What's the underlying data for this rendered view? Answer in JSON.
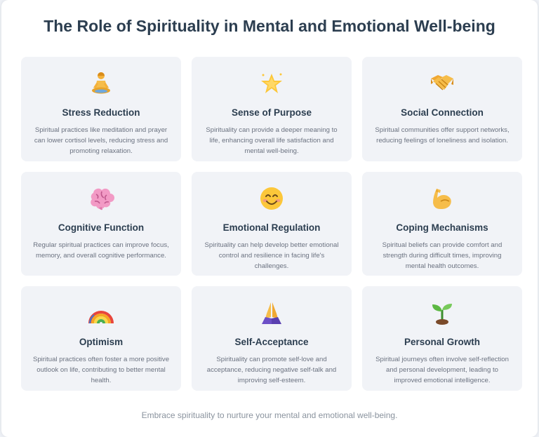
{
  "title": "The Role of Spirituality in Mental and Emotional Well-being",
  "cards": [
    {
      "icon": "meditation-person-icon",
      "title": "Stress Reduction",
      "description": "Spiritual practices like meditation and prayer can lower cortisol levels, reducing stress and promoting relaxation."
    },
    {
      "icon": "glowing-star-icon",
      "title": "Sense of Purpose",
      "description": "Spirituality can provide a deeper meaning to life, enhancing overall life satisfaction and mental well-being."
    },
    {
      "icon": "handshake-icon",
      "title": "Social Connection",
      "description": "Spiritual communities offer support networks, reducing feelings of loneliness and isolation."
    },
    {
      "icon": "brain-icon",
      "title": "Cognitive Function",
      "description": "Regular spiritual practices can improve focus, memory, and overall cognitive performance."
    },
    {
      "icon": "smiling-face-icon",
      "title": "Emotional Regulation",
      "description": "Spirituality can help develop better emotional control and resilience in facing life's challenges."
    },
    {
      "icon": "flexed-biceps-icon",
      "title": "Coping Mechanisms",
      "description": "Spiritual beliefs can provide comfort and strength during difficult times, improving mental health outcomes."
    },
    {
      "icon": "rainbow-icon",
      "title": "Optimism",
      "description": "Spiritual practices often foster a more positive outlook on life, contributing to better mental health."
    },
    {
      "icon": "folded-hands-icon",
      "title": "Self-Acceptance",
      "description": "Spirituality can promote self-love and acceptance, reducing negative self-talk and improving self-esteem."
    },
    {
      "icon": "seedling-icon",
      "title": "Personal Growth",
      "description": "Spiritual journeys often involve self-reflection and personal development, leading to improved emotional intelligence."
    }
  ],
  "footer": "Embrace spirituality to nurture your mental and emotional well-being."
}
